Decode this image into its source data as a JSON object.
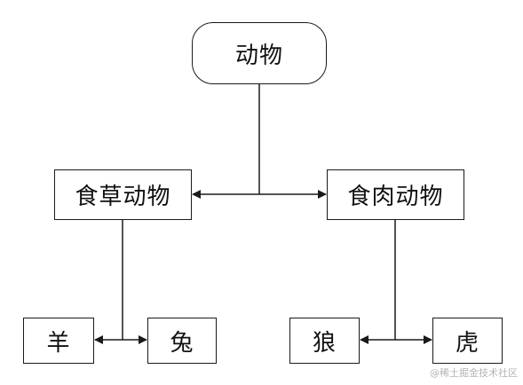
{
  "nodes": {
    "root": "动物",
    "herbivore": "食草动物",
    "carnivore": "食肉动物",
    "sheep": "羊",
    "rabbit": "兔",
    "wolf": "狼",
    "tiger": "虎"
  },
  "watermark": "@稀土掘金技术社区",
  "colors": {
    "stroke": "#1a1a1a",
    "background": "#ffffff",
    "watermark": "#b4b4b4"
  }
}
